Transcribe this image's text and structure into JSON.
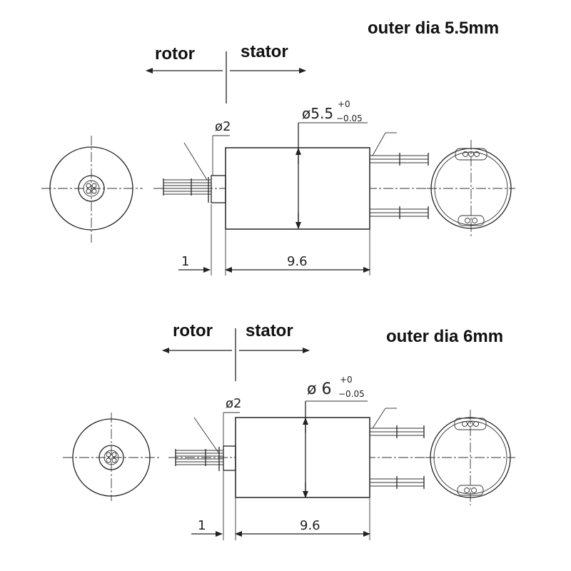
{
  "top": {
    "title": "outer dia 5.5mm",
    "rotor": "rotor",
    "stator": "stator",
    "dia_main": "ø5.5",
    "tol_upper": "+0",
    "tol_lower": "−0.05",
    "shaft_dia": "ø2",
    "len_small": "1",
    "len_body": "9.6"
  },
  "bottom": {
    "title": "outer dia 6mm",
    "rotor": "rotor",
    "stator": "stator",
    "dia_main": "ø 6",
    "tol_upper": "+0",
    "tol_lower": "−0.05",
    "shaft_dia": "ø2",
    "len_small": "1",
    "len_body": "9.6"
  }
}
